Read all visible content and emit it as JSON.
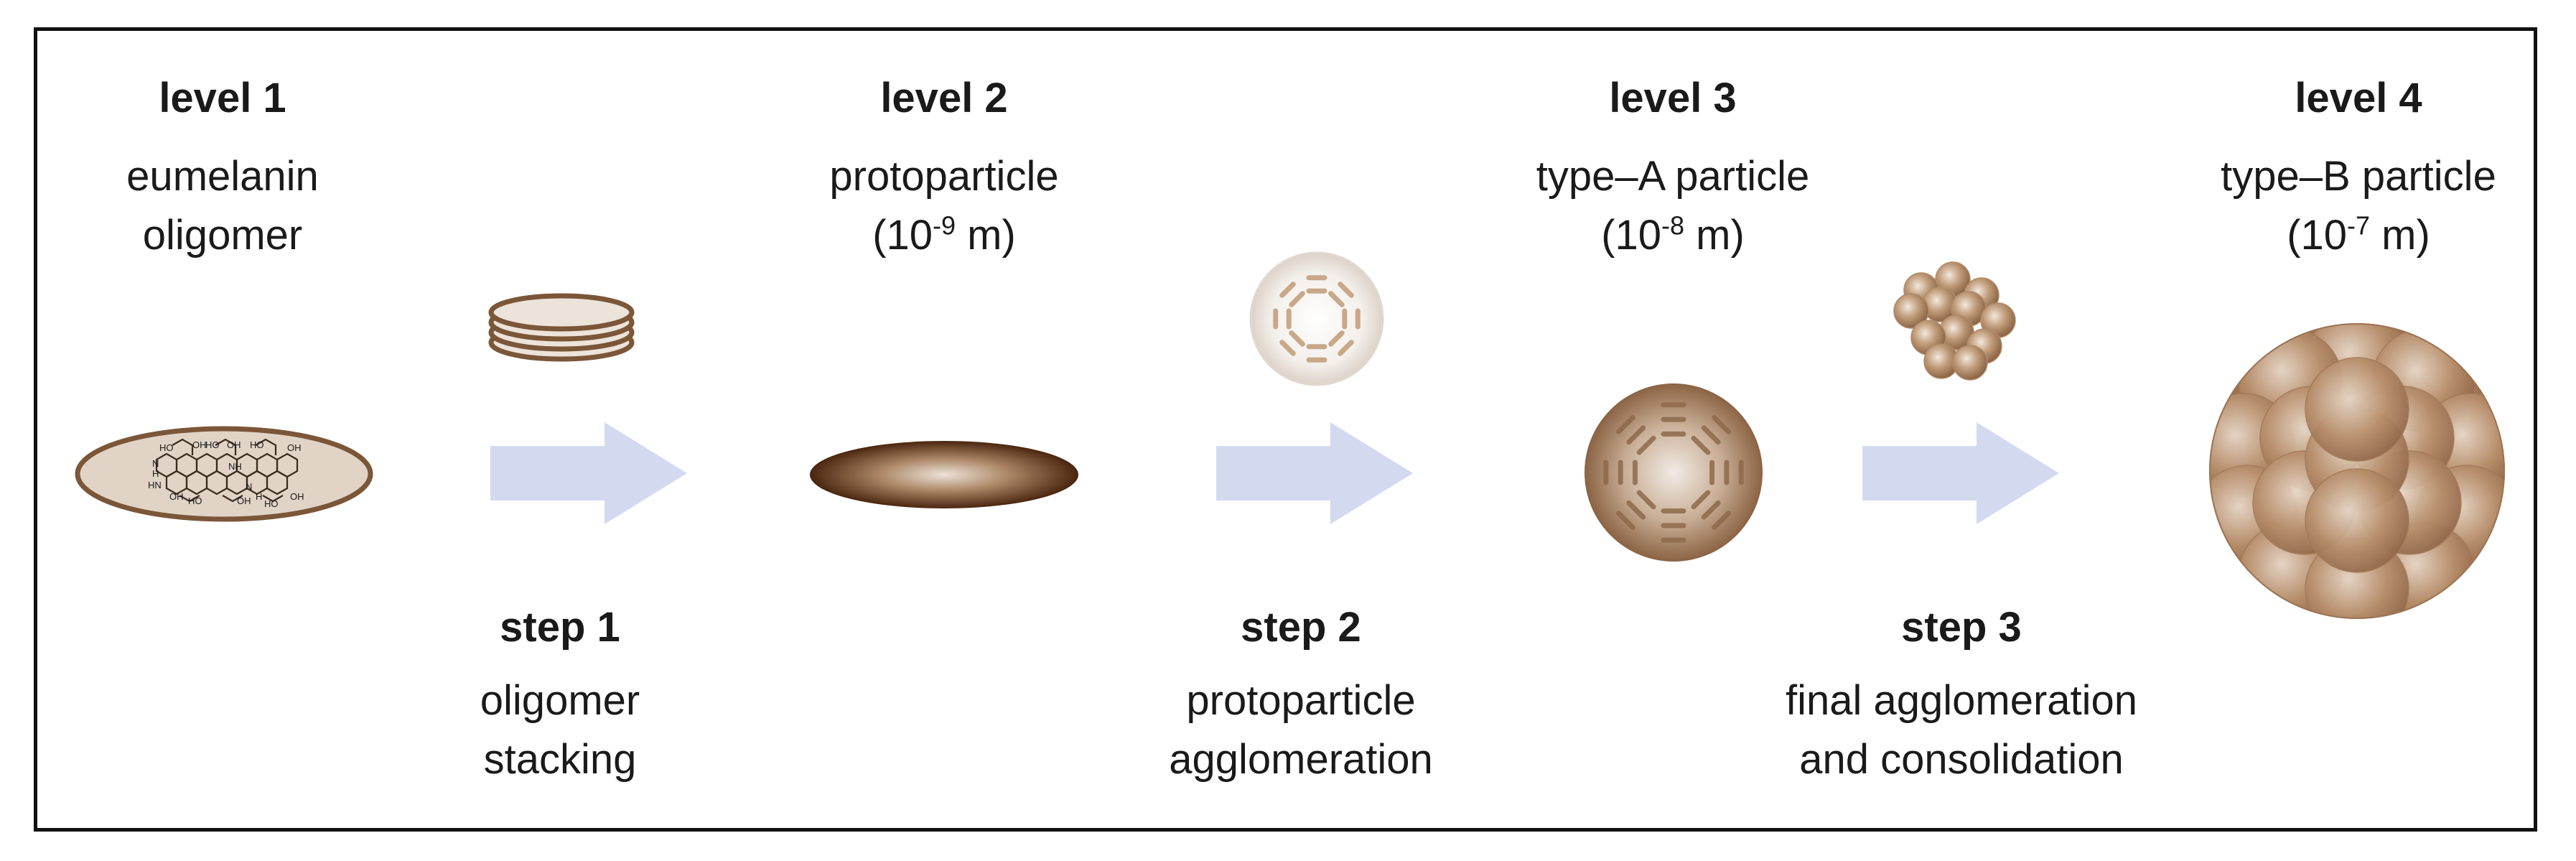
{
  "colors": {
    "frame": "#111111",
    "arrow": "#d3daf0",
    "brown_dark": "#5a3218",
    "brown_mid": "#a9805c",
    "brown_light": "#e2d3c4",
    "oligomer_fill": "#e1d3c6",
    "oligomer_stroke": "#7b5638"
  },
  "levels": [
    {
      "title": "level 1",
      "line1": "eumelanin",
      "line2": "oligomer"
    },
    {
      "title": "level 2",
      "line1": "protoparticle",
      "scale_base": "(10",
      "scale_exp": "-9",
      "scale_unit": " m)"
    },
    {
      "title": "level 3",
      "line1": "type–A particle",
      "scale_base": "(10",
      "scale_exp": "-8",
      "scale_unit": " m)"
    },
    {
      "title": "level 4",
      "line1": "type–B particle",
      "scale_base": "(10",
      "scale_exp": "-7",
      "scale_unit": " m)"
    }
  ],
  "steps": [
    {
      "title": "step 1",
      "line1": "oligomer",
      "line2": "stacking"
    },
    {
      "title": "step 2",
      "line1": "protoparticle",
      "line2": "agglomeration"
    },
    {
      "title": "step 3",
      "line1": "final agglomeration",
      "line2": "and consolidation"
    }
  ],
  "molecule_labels": [
    "HO",
    "OH",
    "HO",
    "OH",
    "N",
    "H",
    "HN",
    "OH",
    "HO",
    "NH",
    "OH",
    "HO",
    "H",
    "N",
    "OH",
    "HO",
    "OH"
  ],
  "icons": {
    "oligomer": "eumelanin-oligomer-disc-icon",
    "stack": "stacked-oligomers-icon",
    "protoparticle": "protoparticle-ellipse-icon",
    "aggregate": "protoparticle-aggregate-icon",
    "typeA": "type-a-particle-icon",
    "cluster": "particle-cluster-icon",
    "typeB": "type-b-particle-icon",
    "arrow": "right-arrow-icon"
  }
}
